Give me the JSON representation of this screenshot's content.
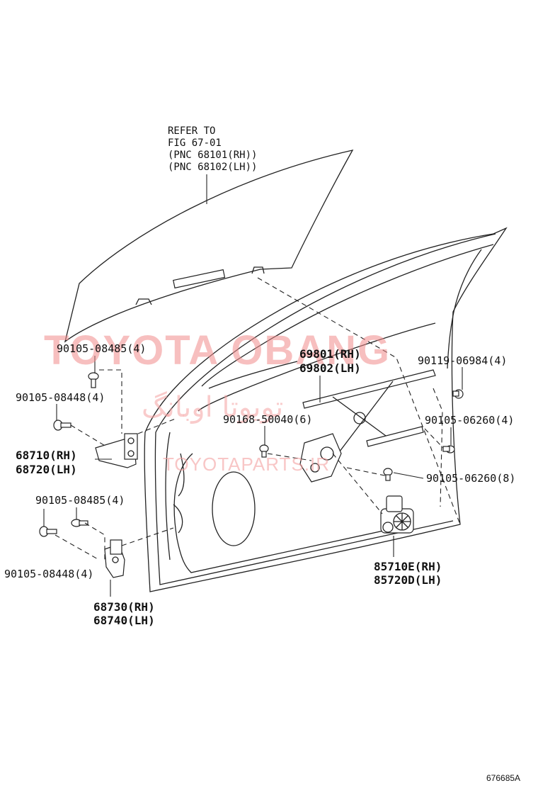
{
  "reference": {
    "line1": "REFER TO",
    "line2": "FIG 67-01",
    "line3": "(PNC 68101(RH))",
    "line4": "(PNC 68102(LH))"
  },
  "parts": {
    "bolt_upper_hinge_a": "90105-08485(4)",
    "bolt_upper_hinge_b": "90105-08448(4)",
    "upper_hinge_rh": "68710(RH)",
    "upper_hinge_lh": "68720(LH)",
    "bolt_lower_hinge_a": "90105-08485(4)",
    "bolt_lower_hinge_b": "90105-08448(4)",
    "lower_hinge_rh": "68730(RH)",
    "lower_hinge_lh": "68740(LH)",
    "regulator_rh": "69801(RH)",
    "regulator_lh": "69802(LH)",
    "screw_regulator": "90168-50040(6)",
    "bolt_glass": "90119-06984(4)",
    "bolt_regulator_a": "90105-06260(4)",
    "bolt_regulator_b": "90105-06260(8)",
    "motor_rh": "85710E(RH)",
    "motor_lh": "85720D(LH)"
  },
  "watermark": {
    "main": "TOYOTA OBANG",
    "arabic": "تويوتا اوبانگ",
    "sub": "TOYOTAPARTS.IR"
  },
  "figure_id": "676685A"
}
